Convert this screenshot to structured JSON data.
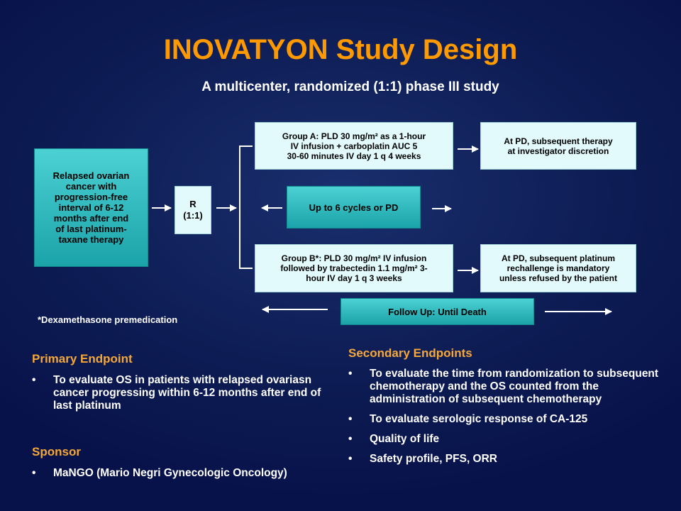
{
  "title": "INOVATYON Study Design",
  "subtitle": "A multicenter, randomized (1:1) phase III study",
  "diagram": {
    "relapsed": "Relapsed ovarian\ncancer with\nprogression-free\ninterval of 6-12\nmonths after end\nof last platinum-\ntaxane therapy",
    "randomization": "R\n(1:1)",
    "group_a": "Group A: PLD 30 mg/m² as a 1-hour\nIV infusion + carboplatin AUC 5\n30-60 minutes IV day 1 q 4 weeks",
    "cycles": "Up to 6 cycles or PD",
    "group_b": "Group B*: PLD 30 mg/m² IV infusion\nfollowed by trabectedin 1.1 mg/m² 3-\nhour IV day 1 q 3 weeks",
    "pd_a": "At PD, subsequent therapy\nat investigator discretion",
    "pd_b": "At PD, subsequent platinum\nrechallenge is mandatory\nunless refused by the patient",
    "follow_up": "Follow Up: Until Death",
    "footnote": "*Dexamethasone premedication"
  },
  "primary_endpoint": {
    "heading": "Primary Endpoint",
    "items": [
      "To evaluate OS in patients with relapsed ovariasn cancer progressing within 6-12 months after end of last platinum"
    ]
  },
  "sponsor": {
    "heading": "Sponsor",
    "items": [
      "MaNGO (Mario Negri Gynecologic Oncology)"
    ]
  },
  "secondary_endpoints": {
    "heading": "Secondary Endpoints",
    "items": [
      "To evaluate the time from randomization to subsequent chemotherapy and the OS counted from the administration of subsequent chemotherapy",
      "To evaluate serologic response of CA-125",
      "Quality of life",
      "Safety profile, PFS, ORR"
    ]
  },
  "colors": {
    "title": "#ff9900",
    "section_heading": "#f4a83a",
    "background": "#0e1d55",
    "light_box": "#e2fafc",
    "teal_box": "#1aa3a9"
  }
}
